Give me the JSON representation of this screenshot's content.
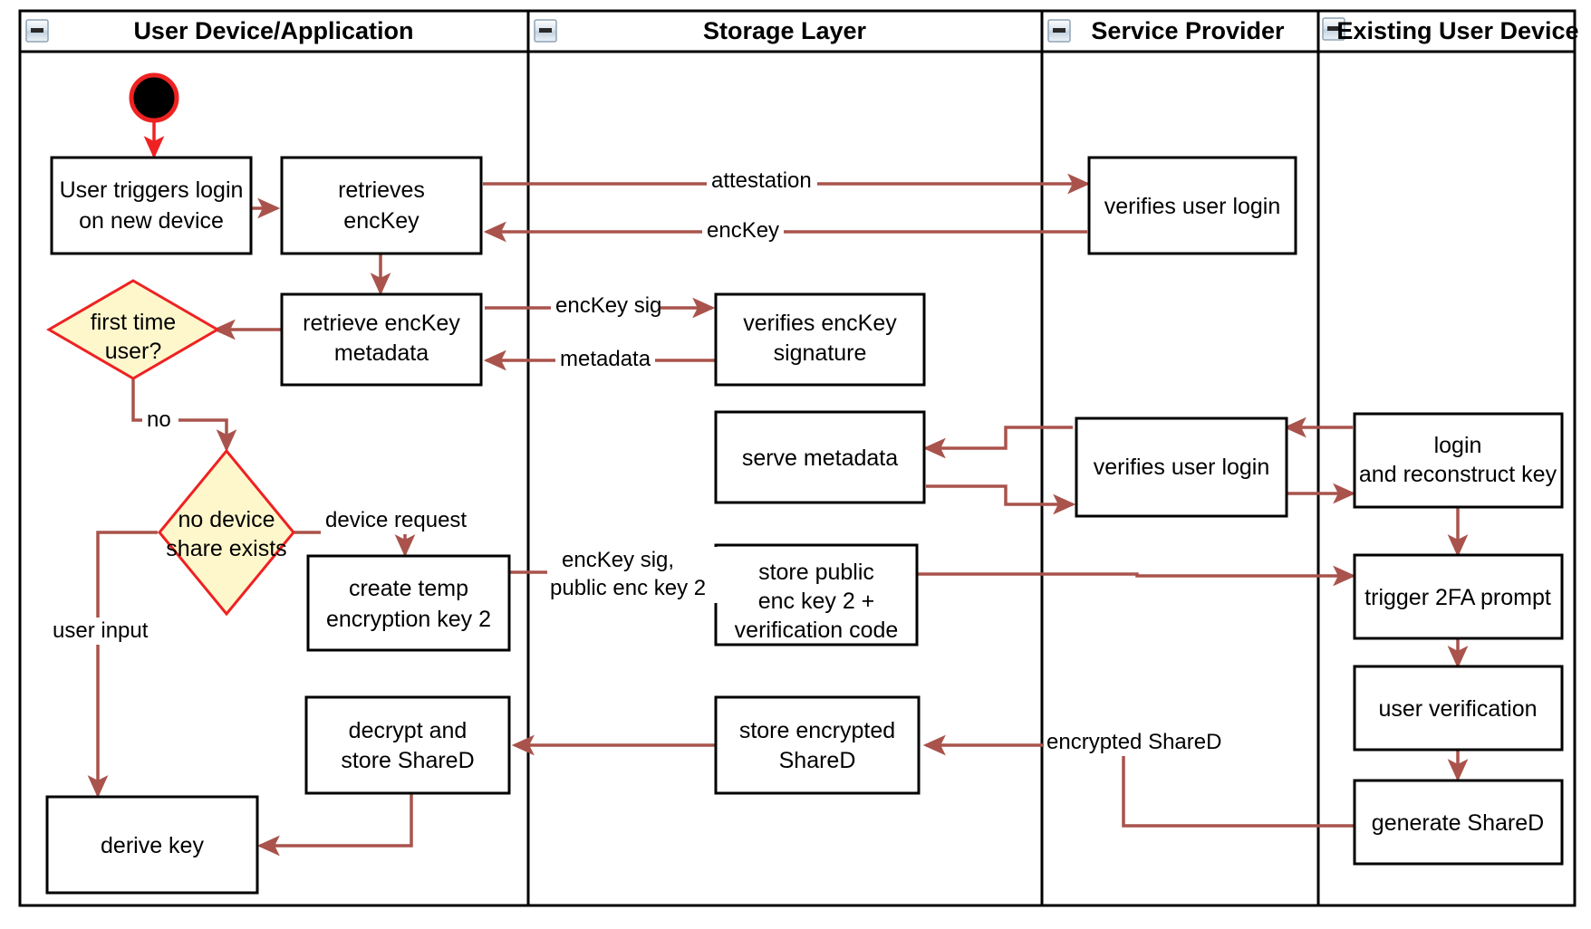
{
  "diagram": {
    "type": "uml-activity-swimlane",
    "title": "Key recovery / login on new device flow",
    "colors": {
      "flow_arrow": "#a9534c",
      "decision_fill": "#fff7cc",
      "decision_stroke": "#ee2222",
      "start_node": "#000000",
      "start_node_ring": "#ee2222",
      "lane_border": "#000000",
      "node_fill": "#ffffff"
    }
  },
  "lanes": [
    {
      "id": "user-device",
      "label": "User Device/Application",
      "collapse_icon": "minus-icon"
    },
    {
      "id": "storage-layer",
      "label": "Storage Layer",
      "collapse_icon": "minus-icon"
    },
    {
      "id": "service-provider",
      "label": "Service Provider",
      "collapse_icon": "minus-icon"
    },
    {
      "id": "existing-user-device",
      "label": "Existing User Device",
      "collapse_icon": "minus-icon"
    }
  ],
  "nodes": [
    {
      "id": "start",
      "lane": "user-device",
      "shape": "initial-node",
      "label": ""
    },
    {
      "id": "user-triggers-login",
      "lane": "user-device",
      "shape": "activity",
      "lines": [
        "User triggers login",
        "on new device"
      ]
    },
    {
      "id": "retrieves-enckey",
      "lane": "user-device",
      "shape": "activity",
      "lines": [
        "retrieves",
        "encKey"
      ]
    },
    {
      "id": "retrieve-enckey-metadata",
      "lane": "user-device",
      "shape": "activity",
      "lines": [
        "retrieve encKey",
        "metadata"
      ]
    },
    {
      "id": "first-time-user",
      "lane": "user-device",
      "shape": "decision",
      "lines": [
        "first time",
        "user?"
      ]
    },
    {
      "id": "no-device-share-exists",
      "lane": "user-device",
      "shape": "decision",
      "lines": [
        "no device",
        "share exists"
      ]
    },
    {
      "id": "create-temp-encryption-key-2",
      "lane": "user-device",
      "shape": "activity",
      "lines": [
        "create temp",
        "encryption key 2"
      ]
    },
    {
      "id": "decrypt-and-store-shared",
      "lane": "user-device",
      "shape": "activity",
      "lines": [
        "decrypt and",
        "store ShareD"
      ]
    },
    {
      "id": "derive-key",
      "lane": "user-device",
      "shape": "activity",
      "lines": [
        "derive key"
      ]
    },
    {
      "id": "verifies-enckey-signature",
      "lane": "storage-layer",
      "shape": "activity",
      "lines": [
        "verifies encKey",
        "signature"
      ]
    },
    {
      "id": "serve-metadata",
      "lane": "storage-layer",
      "shape": "activity",
      "lines": [
        "serve metadata"
      ]
    },
    {
      "id": "store-public-enc-key-2",
      "lane": "storage-layer",
      "shape": "activity",
      "lines": [
        "store public",
        "enc key 2 +",
        "verification code"
      ]
    },
    {
      "id": "store-encrypted-shared",
      "lane": "storage-layer",
      "shape": "activity",
      "lines": [
        "store encrypted",
        "ShareD"
      ]
    },
    {
      "id": "verifies-user-login-1",
      "lane": "service-provider",
      "shape": "activity",
      "lines": [
        "verifies user login"
      ]
    },
    {
      "id": "verifies-user-login-2",
      "lane": "service-provider",
      "shape": "activity",
      "lines": [
        "verifies user login"
      ]
    },
    {
      "id": "login-and-reconstruct-key",
      "lane": "existing-user-device",
      "shape": "activity",
      "lines": [
        "login",
        "and reconstruct key"
      ]
    },
    {
      "id": "trigger-2fa-prompt",
      "lane": "existing-user-device",
      "shape": "activity",
      "lines": [
        "trigger 2FA prompt"
      ]
    },
    {
      "id": "user-verification",
      "lane": "existing-user-device",
      "shape": "activity",
      "lines": [
        "user verification"
      ]
    },
    {
      "id": "generate-shared",
      "lane": "existing-user-device",
      "shape": "activity",
      "lines": [
        "generate ShareD"
      ]
    }
  ],
  "edge_labels": {
    "attestation": "attestation",
    "enckey": "encKey",
    "enckey_sig": "encKey sig",
    "metadata": "metadata",
    "no": "no",
    "device_request": "device request",
    "user_input": "user input",
    "enckey_sig_public_enc_key_2_line1": "encKey sig,",
    "enckey_sig_public_enc_key_2_line2": "public enc key 2",
    "encrypted_shared": "encrypted ShareD"
  }
}
